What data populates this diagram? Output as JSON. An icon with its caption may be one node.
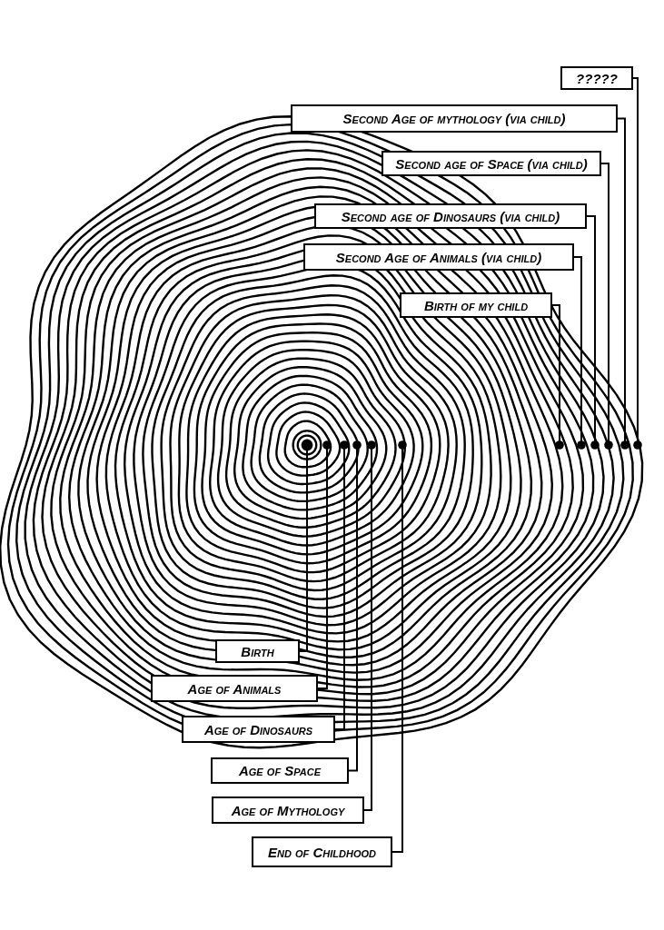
{
  "diagram": {
    "nodes": [
      {
        "text": [
          "?????"
        ]
      },
      {
        "text": [
          "Second Age of mythology (via child)"
        ]
      },
      {
        "text": [
          "Second age of Space (via child)"
        ]
      },
      {
        "text": [
          "Second age of Dinosaurs (via child)"
        ]
      },
      {
        "text": [
          "Second Age of Animals (via child)"
        ]
      },
      {
        "text": [
          "Birth of my child"
        ]
      },
      {
        "text": [
          "Birth"
        ]
      },
      {
        "text": [
          "Age of Animals"
        ]
      },
      {
        "text": [
          "Age of Dinosaurs"
        ]
      },
      {
        "text": [
          "Age of Space"
        ]
      },
      {
        "text": [
          "Age of Mythology"
        ]
      },
      {
        "text": [
          "End of Childhood"
        ]
      }
    ],
    "edges": [
      {
        "from": 6,
        "to": null,
        "arrow": "other"
      },
      {
        "from": 7,
        "to": null,
        "arrow": "other"
      },
      {
        "from": 8,
        "to": null,
        "arrow": "other"
      },
      {
        "from": 9,
        "to": null,
        "arrow": "other"
      },
      {
        "from": 10,
        "to": null,
        "arrow": "other"
      },
      {
        "from": 11,
        "to": null,
        "arrow": "other"
      },
      {
        "from": 5,
        "to": null,
        "arrow": "other"
      },
      {
        "from": 4,
        "to": null,
        "arrow": "other"
      },
      {
        "from": 3,
        "to": null,
        "arrow": "other"
      },
      {
        "from": 2,
        "to": null,
        "arrow": "other"
      },
      {
        "from": 1,
        "to": null,
        "arrow": "other"
      },
      {
        "from": 0,
        "to": null,
        "arrow": "other"
      }
    ]
  }
}
